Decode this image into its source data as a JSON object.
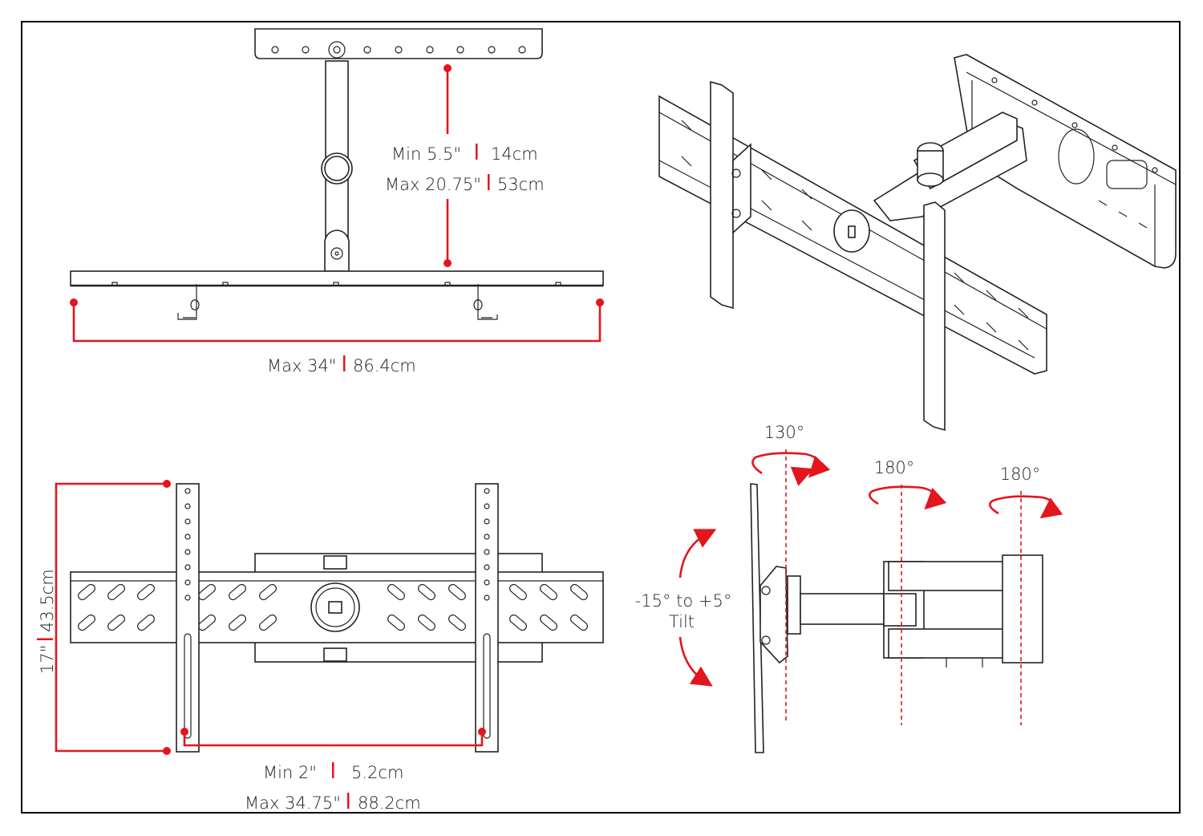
{
  "colors": {
    "accent": "#e3151d",
    "line": "#222222"
  },
  "top_view": {
    "depth_min": {
      "imperial": "Min 5.5\"",
      "metric": "14cm"
    },
    "depth_max": {
      "imperial": "Max 20.75\"",
      "metric": "53cm"
    },
    "width_max": {
      "imperial": "Max 34\"",
      "metric": "86.4cm"
    }
  },
  "front_view": {
    "height": {
      "imperial": "17\"",
      "metric": "43.5cm"
    },
    "spacing_min": {
      "imperial": "Min 2\"",
      "metric": "5.2cm"
    },
    "spacing_max": {
      "imperial": "Max 34.75\"",
      "metric": "88.2cm"
    }
  },
  "side_view": {
    "swivel_1": "130°",
    "swivel_2": "180°",
    "swivel_3": "180°",
    "tilt_range": "-15° to +5°",
    "tilt_label": "Tilt"
  }
}
